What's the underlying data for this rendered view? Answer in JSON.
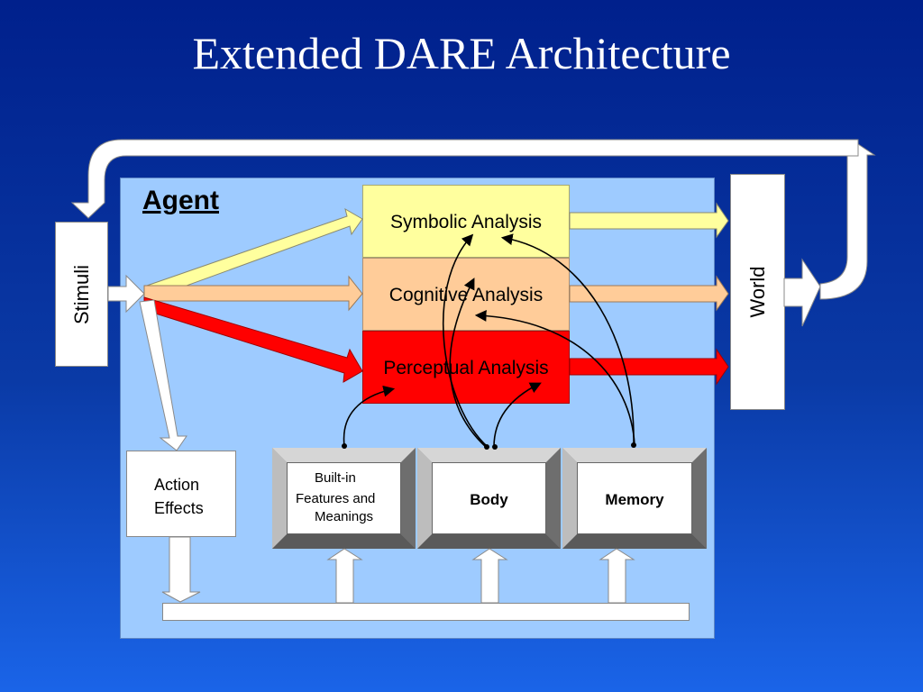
{
  "slide": {
    "title": "Extended DARE Architecture"
  },
  "agent": {
    "label": "Agent"
  },
  "stimuli": {
    "label": "Stimuli"
  },
  "world": {
    "label": "World"
  },
  "analysis": {
    "symbolic": "Symbolic Analysis",
    "cognitive": "Cognitive Analysis",
    "perceptual": "Perceptual Analysis"
  },
  "action_effects": {
    "line1": "Action",
    "line2": "Effects"
  },
  "modules": {
    "builtin_line1": "Built-in",
    "builtin_line2": "Features and",
    "builtin_line3": "Meanings",
    "body": "Body",
    "memory": "Memory"
  },
  "colors": {
    "background_top": "#00208c",
    "background_bottom": "#1a64e8",
    "agent_panel": "#9ecbff",
    "symbolic": "#ffff9e",
    "cognitive": "#ffcc99",
    "perceptual": "#ff0000"
  }
}
